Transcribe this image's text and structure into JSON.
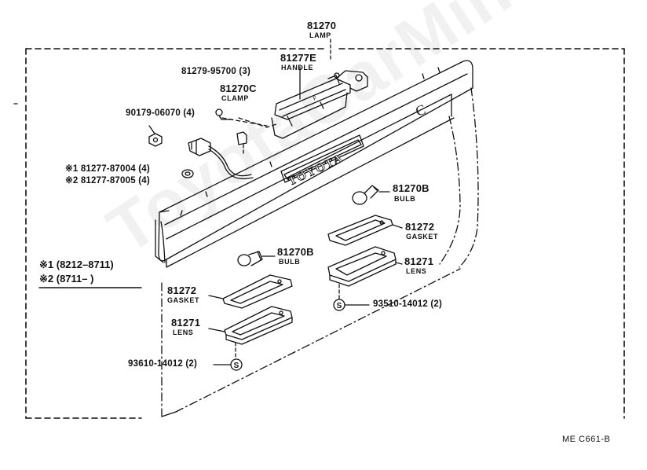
{
  "watermark": "ToyotaCarMine.ru",
  "parts": {
    "lamp_assy": {
      "number": "81270",
      "name": "LAMP"
    },
    "handle": {
      "number": "81277E",
      "name": "HANDLE"
    },
    "clamp_screw": {
      "number": "81279-95700 (3)"
    },
    "clamp": {
      "number": "81270C",
      "name": "CLAMP"
    },
    "nut": {
      "number": "90179-06070 (4)"
    },
    "washer_1": {
      "number": "※1 81277-87004 (4)"
    },
    "washer_2": {
      "number": "※2 81277-87005 (4)"
    },
    "bulb_right": {
      "number": "81270B",
      "name": "BULB"
    },
    "gasket_right": {
      "number": "81272",
      "name": "GASKET"
    },
    "lens_right": {
      "number": "81271",
      "name": "LENS"
    },
    "screw_right": {
      "number": "93510-14012 (2)"
    },
    "bulb_left": {
      "number": "81270B",
      "name": "BULB"
    },
    "gasket_left": {
      "number": "81272",
      "name": "GASKET"
    },
    "lens_left": {
      "number": "81271",
      "name": "LENS"
    },
    "screw_left": {
      "number": "93610-14012 (2)"
    }
  },
  "applicability": {
    "line1": "※1 (8212–8711)",
    "line2": "※2 (8711–      )"
  },
  "housing_text": "TOYOTA",
  "housing_letter": "C",
  "screw_symbol": "S",
  "small_mark": "F",
  "reference": "ME  C661-B"
}
